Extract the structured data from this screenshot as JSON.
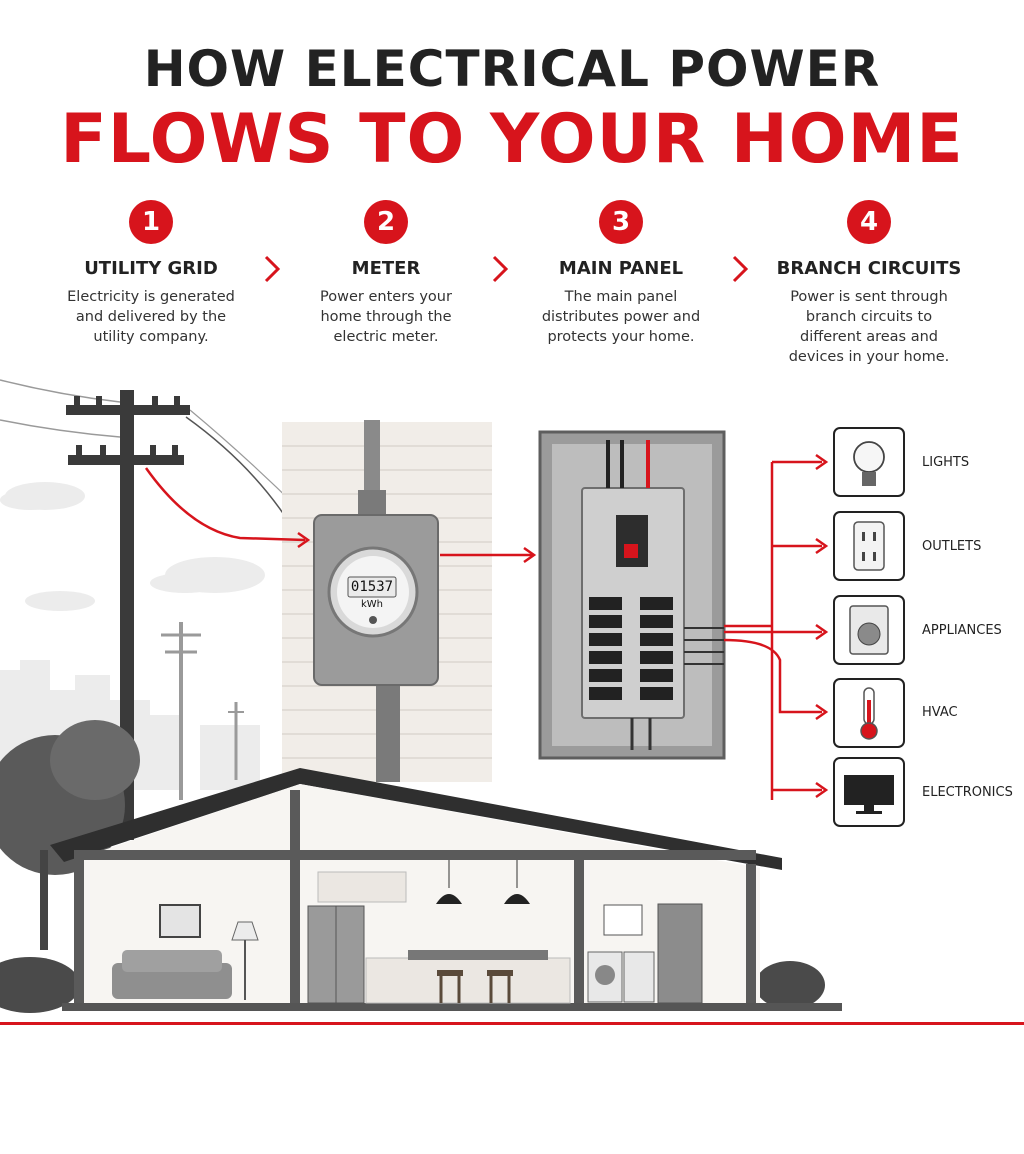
{
  "title": {
    "line1": "HOW ELECTRICAL POWER",
    "line2": "FLOWS TO YOUR HOME"
  },
  "steps": [
    {
      "number": "1",
      "heading": "UTILITY GRID",
      "text": "Electricity is generated and delivered by the utility company."
    },
    {
      "number": "2",
      "heading": "METER",
      "text": "Power enters your home through the electric meter."
    },
    {
      "number": "3",
      "heading": "MAIN PANEL",
      "text": "The main panel distributes power and protects your home."
    },
    {
      "number": "4",
      "heading": "BRANCH CIRCUITS",
      "text": "Power is sent through branch circuits to different areas and devices in your home."
    }
  ],
  "meter": {
    "reading": "01537",
    "unit": "kWh"
  },
  "devices": [
    "LIGHTS",
    "OUTLETS",
    "APPLIANCES",
    "HVAC",
    "ELECTRONICS"
  ],
  "colors": {
    "accent": "#d7141c",
    "text": "#222222",
    "gray": "#8a8a8a"
  },
  "icons": [
    "chevron-right-icon",
    "light-bulb-icon",
    "outlet-icon",
    "washing-machine-icon",
    "thermometer-icon",
    "monitor-icon"
  ]
}
